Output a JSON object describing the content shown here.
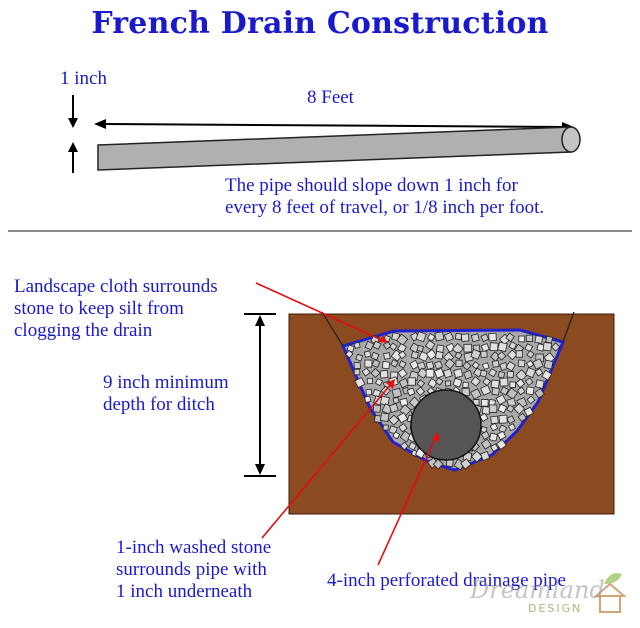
{
  "title": "French Drain Construction",
  "labels": {
    "one_inch": "1 inch",
    "eight_feet": "8 Feet",
    "slope_lines": [
      "The pipe should slope down 1 inch for",
      "every 8 feet of travel, or 1/8 inch per foot."
    ],
    "cloth_lines": [
      "Landscape cloth surrounds",
      "stone to keep silt from",
      "clogging the drain"
    ],
    "depth_lines": [
      "9 inch minimum",
      "depth for ditch"
    ],
    "washed_lines": [
      "1-inch washed stone",
      "surrounds pipe with",
      "1 inch underneath"
    ],
    "pipe_label": "4-inch perforated drainage pipe"
  },
  "watermark": {
    "script": "Dreamland",
    "sub": "DESIGN"
  },
  "colors": {
    "text": "#1a1acc",
    "soil": "#8b4a1f",
    "cloth": "#2222cc",
    "stone": "#b8b8b8",
    "pipe": "#555555",
    "pointer": "#e01010",
    "pipe_slope": "#b0b0b0"
  }
}
